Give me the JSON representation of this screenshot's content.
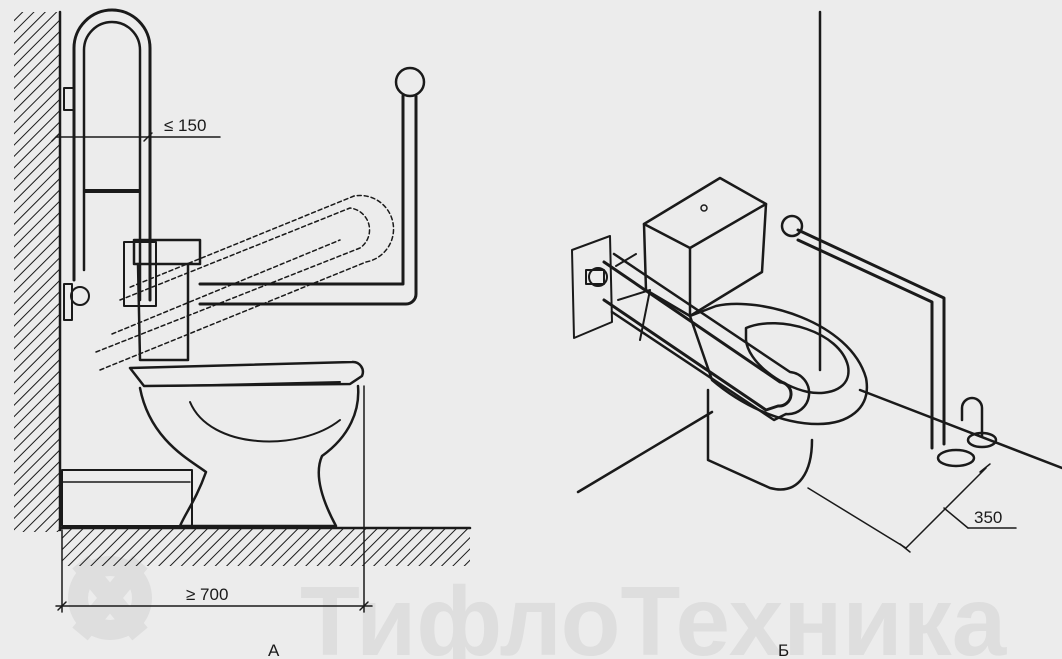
{
  "figure_a": {
    "caption": "А",
    "dim_top": "≤ 150",
    "dim_bottom": "≥ 700"
  },
  "figure_b": {
    "caption": "Б",
    "dim_right": "350"
  },
  "watermark": {
    "text": "ТифлоТехника"
  },
  "colors": {
    "background": "#ececec",
    "ink": "#1a1a1a",
    "watermark": "#dedede"
  }
}
